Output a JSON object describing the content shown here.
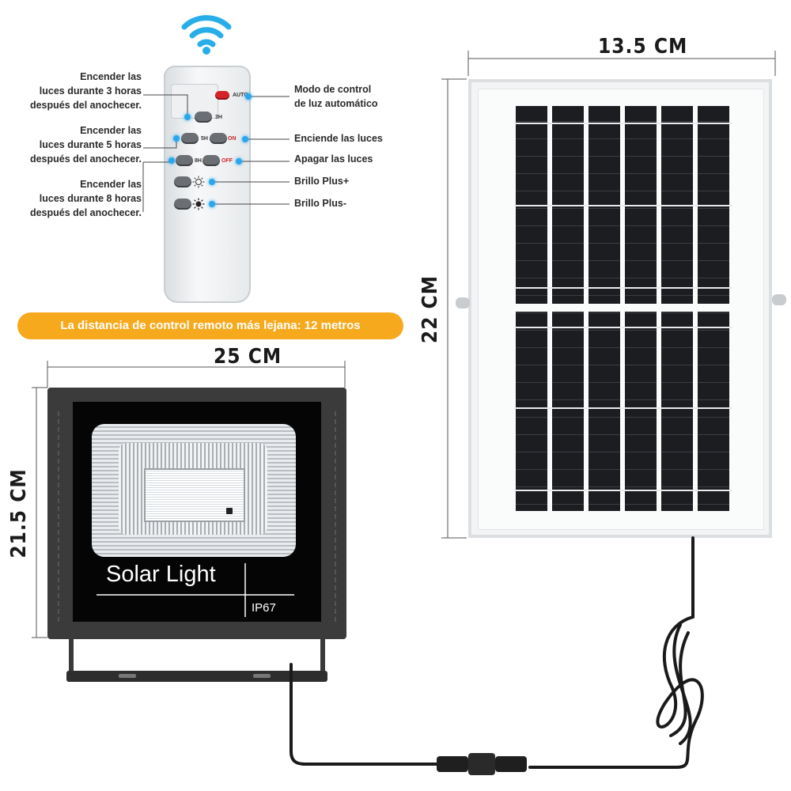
{
  "remote": {
    "labels_left": [
      "Encender las\nluces durante 3 horas\ndespués del anochecer.",
      "Encender las\nluces durante 5 horas\ndespués del anochecer.",
      "Encender las\nluces durante 8 horas\ndespués del anochecer."
    ],
    "labels_right": [
      "Modo de control\nde luz automático",
      "Enciende las luces",
      "Apagar las luces",
      "Brillo Plus+",
      "Brillo Plus-"
    ],
    "buttons": {
      "auto": "AUTO",
      "h3": "3H",
      "h5": "5H",
      "on": "ON",
      "h8": "8H",
      "off": "OFF"
    },
    "range_banner": "La distancia de control remoto más lejana: 12 metros"
  },
  "light": {
    "width_label": "25 CM",
    "height_label": "21.5 CM",
    "brand_text": "Solar Light",
    "rating_text": "IP67"
  },
  "panel": {
    "width_label": "13.5 CM",
    "height_label": "22 CM"
  },
  "colors": {
    "banner": "#f7a91d",
    "indicator": "#2aa7ea",
    "panel_cell": "#1d1f22",
    "frame": "#e3e6e8"
  },
  "icons": [
    "wifi-signal-icon",
    "sun-outline-icon",
    "sun-filled-icon"
  ]
}
